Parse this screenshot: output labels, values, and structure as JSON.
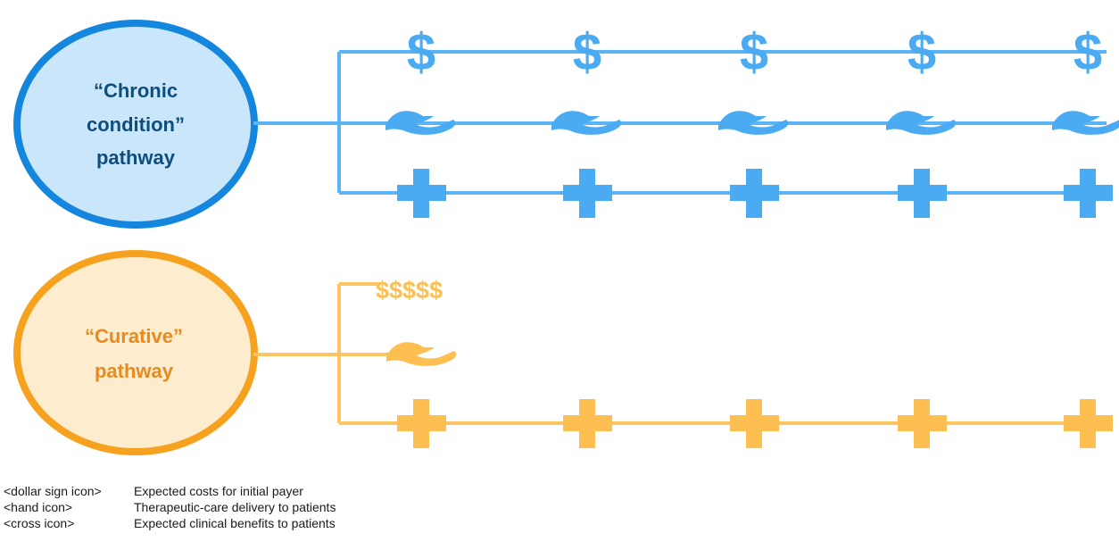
{
  "colors": {
    "chronic_line": "#5ab4f5",
    "chronic_icon": "#4aaaf2",
    "chronic_circle_fill": "#c9e6fb",
    "chronic_circle_border": "#1486dd",
    "chronic_text": "#0e4e7e",
    "curative_line": "#fcc463",
    "curative_icon": "#fdbf52",
    "curative_circle_fill": "#fdeccd",
    "curative_circle_border": "#f7a21e",
    "curative_text": "#e88a1e"
  },
  "chronic": {
    "title_lines": [
      "“Chronic",
      "condition”",
      "pathway"
    ],
    "dollar_glyph": "$",
    "dollar_count": 5,
    "hand_count": 5,
    "cross_count": 5
  },
  "curative": {
    "title_lines": [
      "“Curative”",
      "pathway"
    ],
    "dollars": "$$$$$",
    "hand_count": 1,
    "cross_count": 5
  },
  "legend": [
    {
      "key": "<dollar sign icon>",
      "desc": "Expected costs for initial payer"
    },
    {
      "key": "<hand icon>",
      "desc": "Therapeutic-care delivery to patients"
    },
    {
      "key": "<cross icon>",
      "desc": "Expected clinical benefits to patients"
    }
  ]
}
